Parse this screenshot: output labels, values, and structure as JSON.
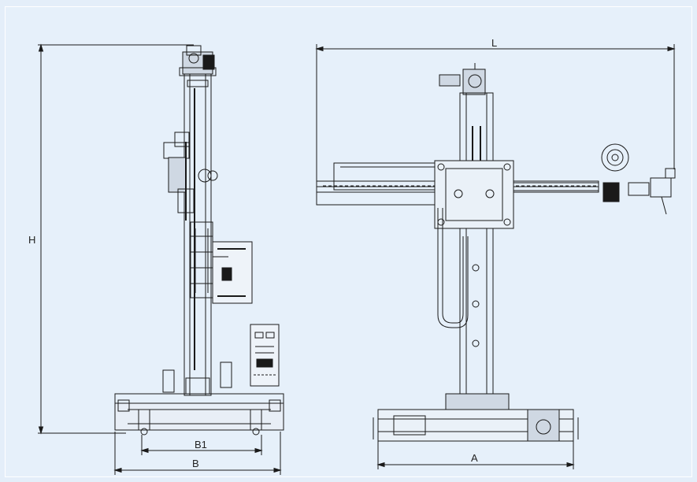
{
  "drawing": {
    "background_color": "#e6f0fa",
    "line_color": "#1a1a1a",
    "dimension_labels": {
      "height": "H",
      "base_inner": "B1",
      "base_outer": "B",
      "boom_length": "L",
      "base_depth": "A"
    }
  }
}
